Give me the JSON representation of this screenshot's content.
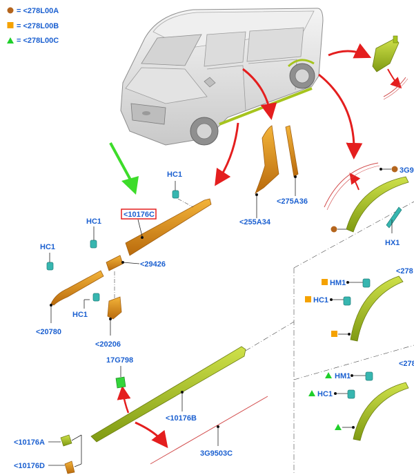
{
  "legend": [
    {
      "code": "= <278L00A",
      "shape": "circle",
      "color": "#b4651d"
    },
    {
      "code": "= <278L00B",
      "shape": "square",
      "color": "#f5a200"
    },
    {
      "code": "= <278L00C",
      "shape": "triangle",
      "color": "#1fcf2a"
    }
  ],
  "labels": {
    "hc1_top": "HC1",
    "part_10176C": "<10176C",
    "hc1_mid": "HC1",
    "part_29426": "<29426",
    "hc1_left": "HC1",
    "hc1_low": "HC1",
    "part_20780": "<20780",
    "part_20206": "<20206",
    "part_17G798": "17G798",
    "part_10176B": "<10176B",
    "part_10176A": "<10176A",
    "part_10176D": "<10176D",
    "part_3G9503C": "3G9503C",
    "part_255A34": "<255A34",
    "part_275A36": "<275A36",
    "part_3G9": "3G9",
    "hx1": "HX1",
    "part_278_a": "<278",
    "part_278_b": "<278",
    "hm1_b": "HM1",
    "hc1_b": "HC1",
    "hm1_c": "HM1",
    "hc1_c": "HC1"
  },
  "colors": {
    "label": "#1a5fd0",
    "arrow_red": "#e41e1e",
    "arrow_green": "#3ddc2a",
    "trim_orange": "#d98a16",
    "trim_green": "#a6c41e",
    "clip_teal": "#37b6b0",
    "highlight_box": "#e41e1e"
  },
  "icons": [
    "van-illustration",
    "clip-icon",
    "red-arrow-icon",
    "green-arrow-icon"
  ]
}
